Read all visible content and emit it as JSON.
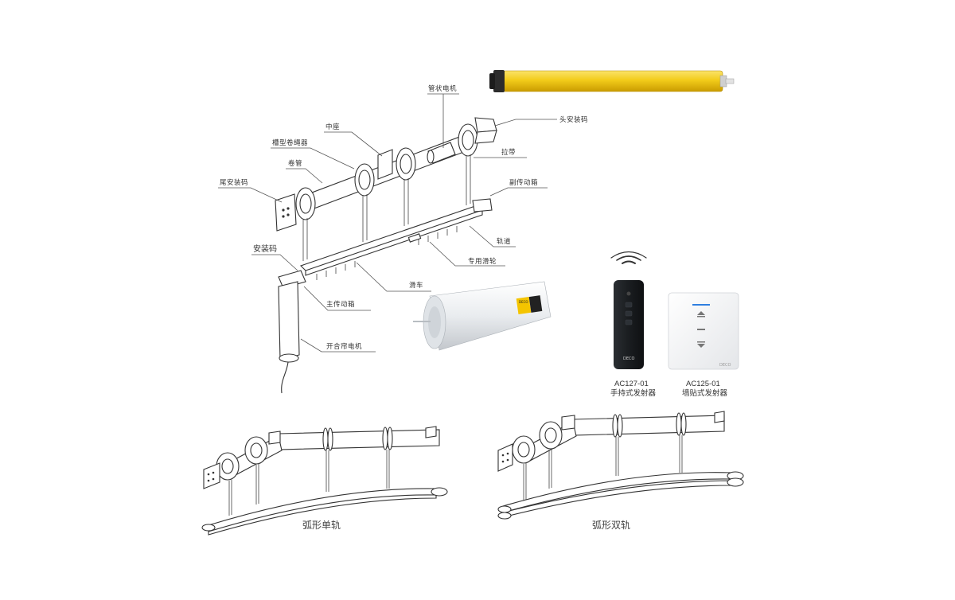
{
  "labels": {
    "tubular_motor": "管状电机",
    "head_mount": "头安装码",
    "middle_seat": "中座",
    "grooved_roller": "槽型卷绳器",
    "pull_belt": "拉带",
    "roll_tube": "卷管",
    "aux_gearbox": "副传动箱",
    "tail_mount": "尾安装码",
    "track": "轨道",
    "mount": "安装码",
    "special_pulley": "专用滑轮",
    "carriage": "滑车",
    "main_gearbox": "主传动箱",
    "curtain_motor": "开合帘电机"
  },
  "products": {
    "remote_model": "AC127-01",
    "remote_name": "手持式发射器",
    "wall_model": "AC125-01",
    "wall_name": "墙贴式发射器",
    "remote_brand": "DECO",
    "wall_brand": "DECO",
    "motor_tag": "DECO"
  },
  "captions": {
    "single_arc": "弧形单轨",
    "double_arc": "弧形双轨"
  },
  "colors": {
    "motor_yellow": "#f2cc1a",
    "remote_body": "#1e2124",
    "wall_blue": "#2f7fe0"
  }
}
